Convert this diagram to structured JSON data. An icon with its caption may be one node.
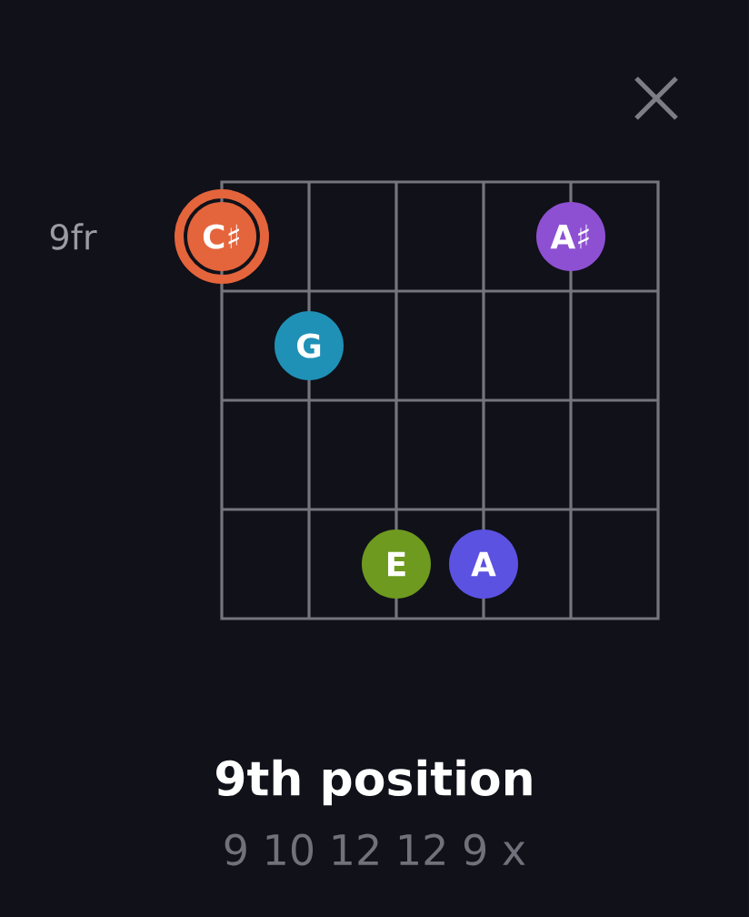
{
  "diagram": {
    "title": "9th position",
    "nodes": [
      {
        "text": [
          "C♯"
        ]
      },
      {
        "text": [
          "A♯"
        ]
      },
      {
        "text": [
          "G"
        ]
      },
      {
        "text": [
          "E"
        ]
      },
      {
        "text": [
          "A"
        ]
      }
    ],
    "labels": [
      "9fr",
      "9 10 12 12 9 x"
    ]
  }
}
